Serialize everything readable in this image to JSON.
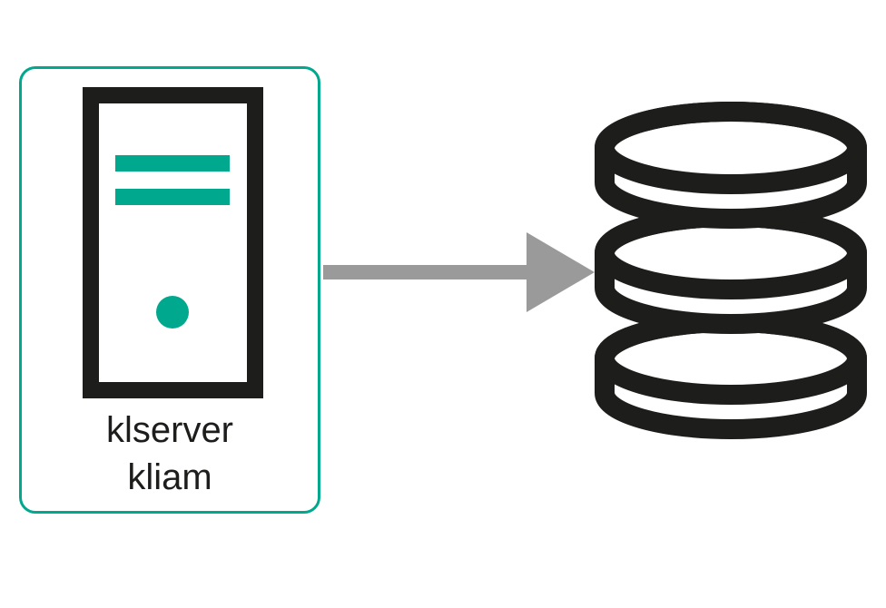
{
  "diagram": {
    "server_node": {
      "label_line1": "klserver",
      "label_line2": "kliam",
      "icon": "server-tower-icon"
    },
    "connection": {
      "type": "arrow",
      "direction": "right",
      "from": "server_node",
      "to": "database"
    },
    "database": {
      "icon": "database-stack-icon",
      "disk_count": 3
    },
    "colors": {
      "accent_teal": "#00A88E",
      "icon_black": "#1D1D1B",
      "arrow_gray": "#9A9A9A",
      "background": "#FFFFFF"
    }
  }
}
